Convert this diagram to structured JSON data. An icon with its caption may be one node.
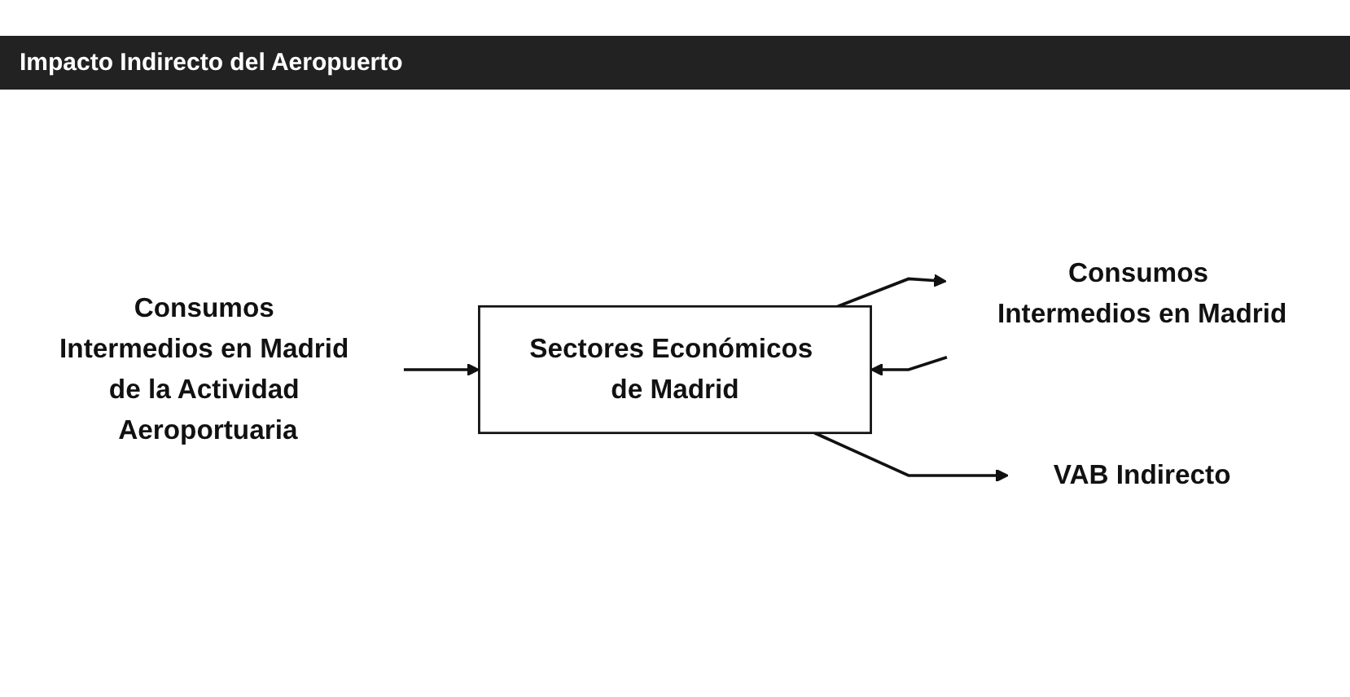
{
  "diagram": {
    "title": "Impacto Indirecto del Aeropuerto",
    "nodes": [
      {
        "text": [
          "Consumos Intermedios en Madrid de la Actividad Aeroportuaria"
        ]
      },
      {
        "text": [
          "Sectores Económicos de Madrid"
        ]
      },
      {
        "text": [
          "Consumos Intermedios en Madrid"
        ]
      },
      {
        "text": [
          "VAB Indirecto"
        ]
      }
    ],
    "edges": [
      {
        "from": 0,
        "to": 1,
        "arrow": "to"
      },
      {
        "from": 1,
        "to": 2,
        "arrow": "to"
      },
      {
        "from": 2,
        "to": 1,
        "arrow": "to"
      },
      {
        "from": 1,
        "to": 3,
        "arrow": "to"
      }
    ]
  }
}
